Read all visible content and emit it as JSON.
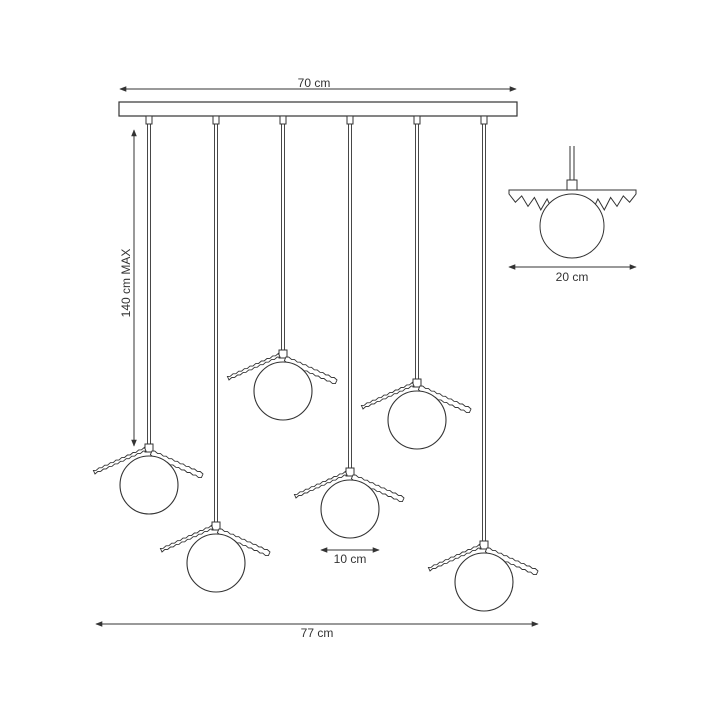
{
  "dimensions": {
    "canopy_width": "70 cm",
    "max_height": "140 cm MAX",
    "globe_diameter": "10 cm",
    "total_width": "77 cm",
    "shade_diameter": "20 cm"
  },
  "fixture": {
    "pendant_count": 6
  }
}
